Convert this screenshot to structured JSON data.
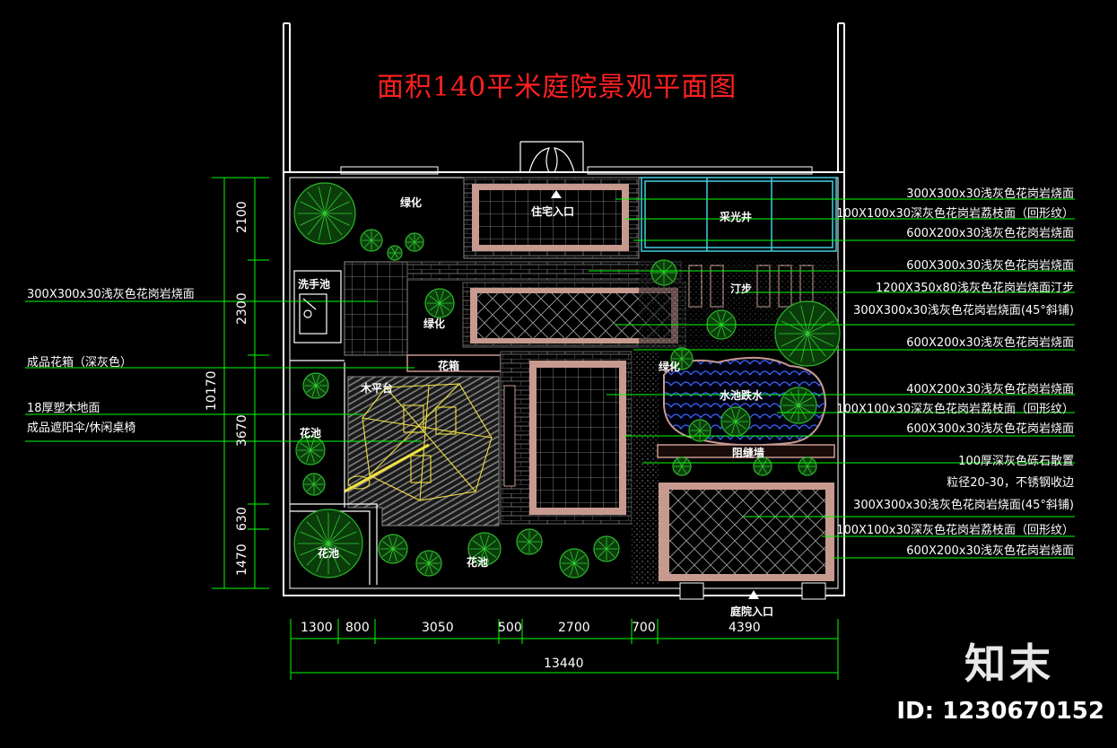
{
  "title": "面积140平米庭院景观平面图",
  "right_annotations": [
    "300X300x30浅灰色花岗岩烧面",
    "100X100x30深灰色花岗岩荔枝面（回形纹）",
    "600X200x30浅灰色花岗岩烧面",
    "600X300x30浅灰色花岗岩烧面",
    "1200X350x80浅灰色花岗岩烧面汀步",
    "300X300x30浅灰色花岗岩烧面(45°斜铺)",
    "600X200x30浅灰色花岗岩烧面",
    "400X200x30浅灰色花岗岩烧面",
    "100X100x30深灰色花岗岩荔枝面（回形纹）",
    "600X300x30浅灰色花岗岩烧面",
    "100厚深灰色砾石散置",
    "粒径20-30，不锈钢收边",
    "300X300x30浅灰色花岗岩烧面(45°斜铺)",
    "100X100x30深灰色花岗岩荔枝面（回形纹）",
    "600X200x30浅灰色花岗岩烧面"
  ],
  "left_annotations": [
    "300X300x30浅灰色花岗岩烧面",
    "成品花箱（深灰色）",
    "18厚塑木地面",
    "成品遮阳伞/休闲桌椅"
  ],
  "plan_labels": {
    "greening_top": "绿化",
    "house_entrance": "住宅入口",
    "skylight_well": "采光井",
    "wash_basin": "洗手池",
    "greening_mid": "绿化",
    "stepping_stones": "汀步",
    "flower_box": "花箱",
    "wood_deck": "木平台",
    "greening_right": "绿化",
    "pond": "水池跌水",
    "flower_bed_left": "花池",
    "screen_wall": "阻缝墙",
    "flower_bed_bl": "花池",
    "flower_bed_bottom": "花池",
    "yard_entrance": "庭院入口"
  },
  "dims_horizontal": [
    "1300",
    "800",
    "3050",
    "500",
    "2700",
    "700",
    "4390"
  ],
  "dim_total_h": "13440",
  "dims_vertical": [
    "2100",
    "2300",
    "3670",
    "630",
    "1470"
  ],
  "dim_total_v": "10170",
  "logo_text": "知末",
  "id_text": "ID: 1230670152",
  "colors": {
    "title": "#ff2020",
    "leader": "#00ff00",
    "wall": "#ffffff",
    "paving": "#c79a8f",
    "tree": "#2db82d",
    "skylight": "#40d0e0",
    "umbrella": "#f0e040",
    "water": "#3060ff"
  }
}
